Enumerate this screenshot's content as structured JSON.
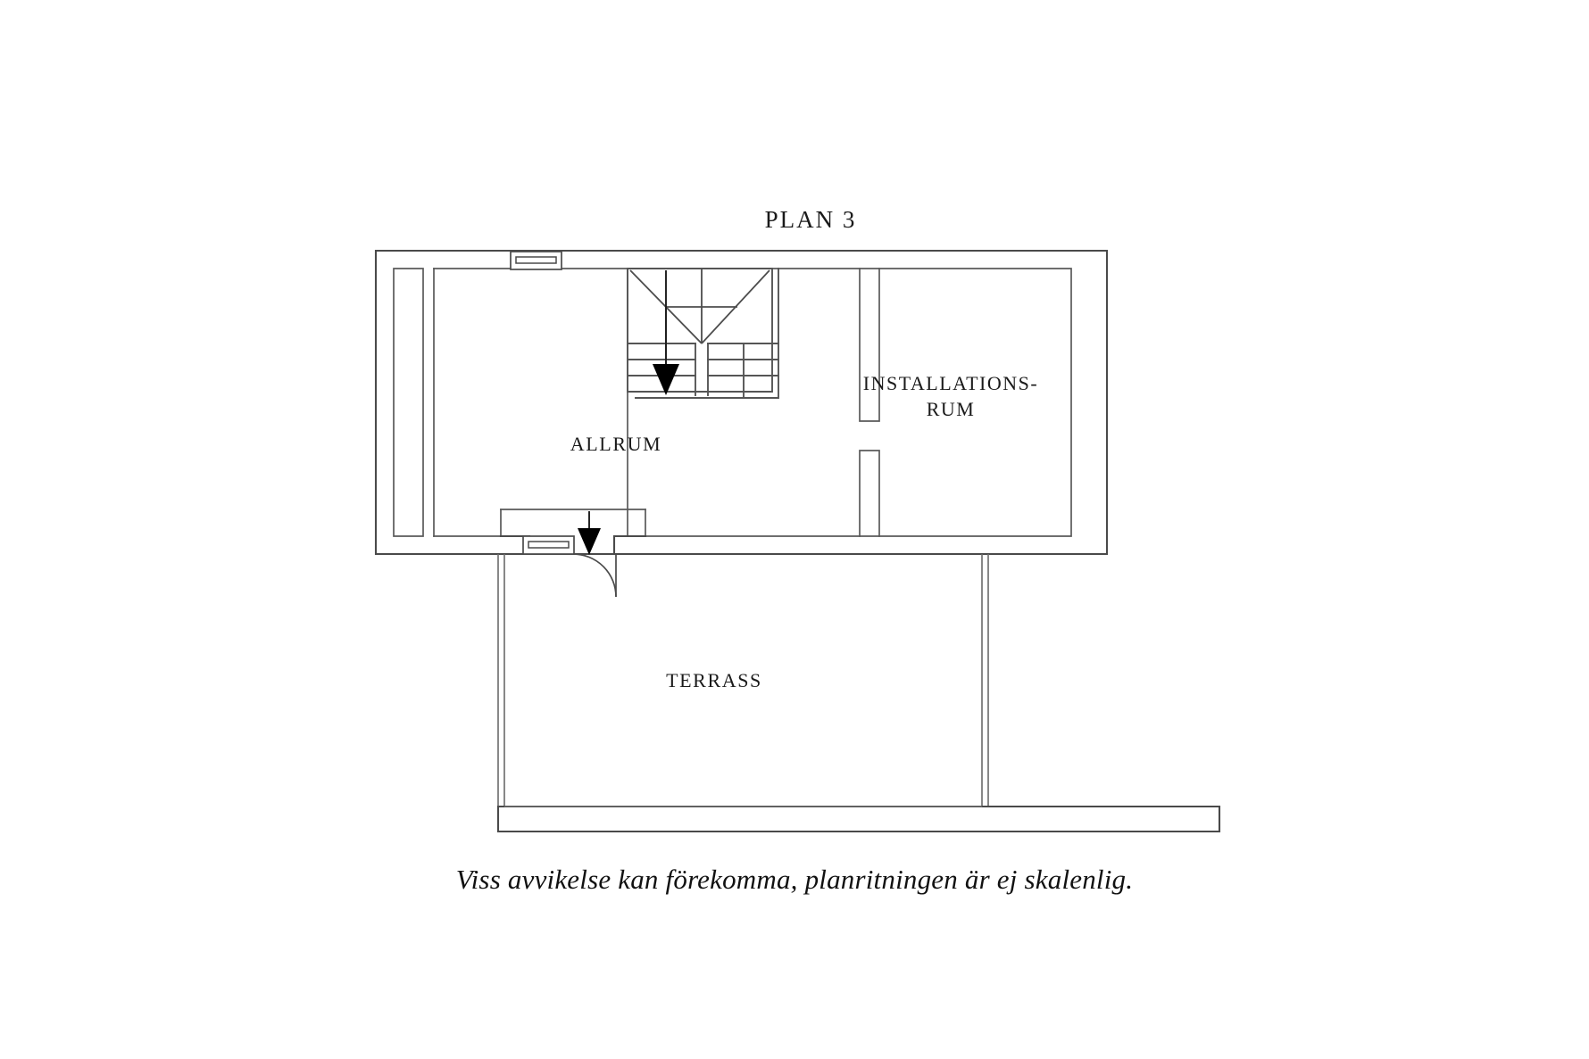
{
  "document": {
    "type": "floor-plan",
    "title": "PLAN 3",
    "language": "sv",
    "background_color": "#ffffff",
    "line_color": "#4a4a4a",
    "text_color": "#1a1a1a"
  },
  "rooms": [
    {
      "id": "allrum",
      "label": "ALLRUM"
    },
    {
      "id": "installationsrum",
      "label": "INSTALLATIONS-\nRUM"
    },
    {
      "id": "terrass",
      "label": "TERRASS"
    }
  ],
  "symbols": {
    "stair_down_arrow": "down-arrow",
    "door_swing": "door-swing-arc",
    "window_top": "window-symbol",
    "window_bottom": "window-symbol"
  },
  "footer": {
    "disclaimer": "Viss avvikelse kan förekomma, planritningen är ej skalenlig."
  }
}
